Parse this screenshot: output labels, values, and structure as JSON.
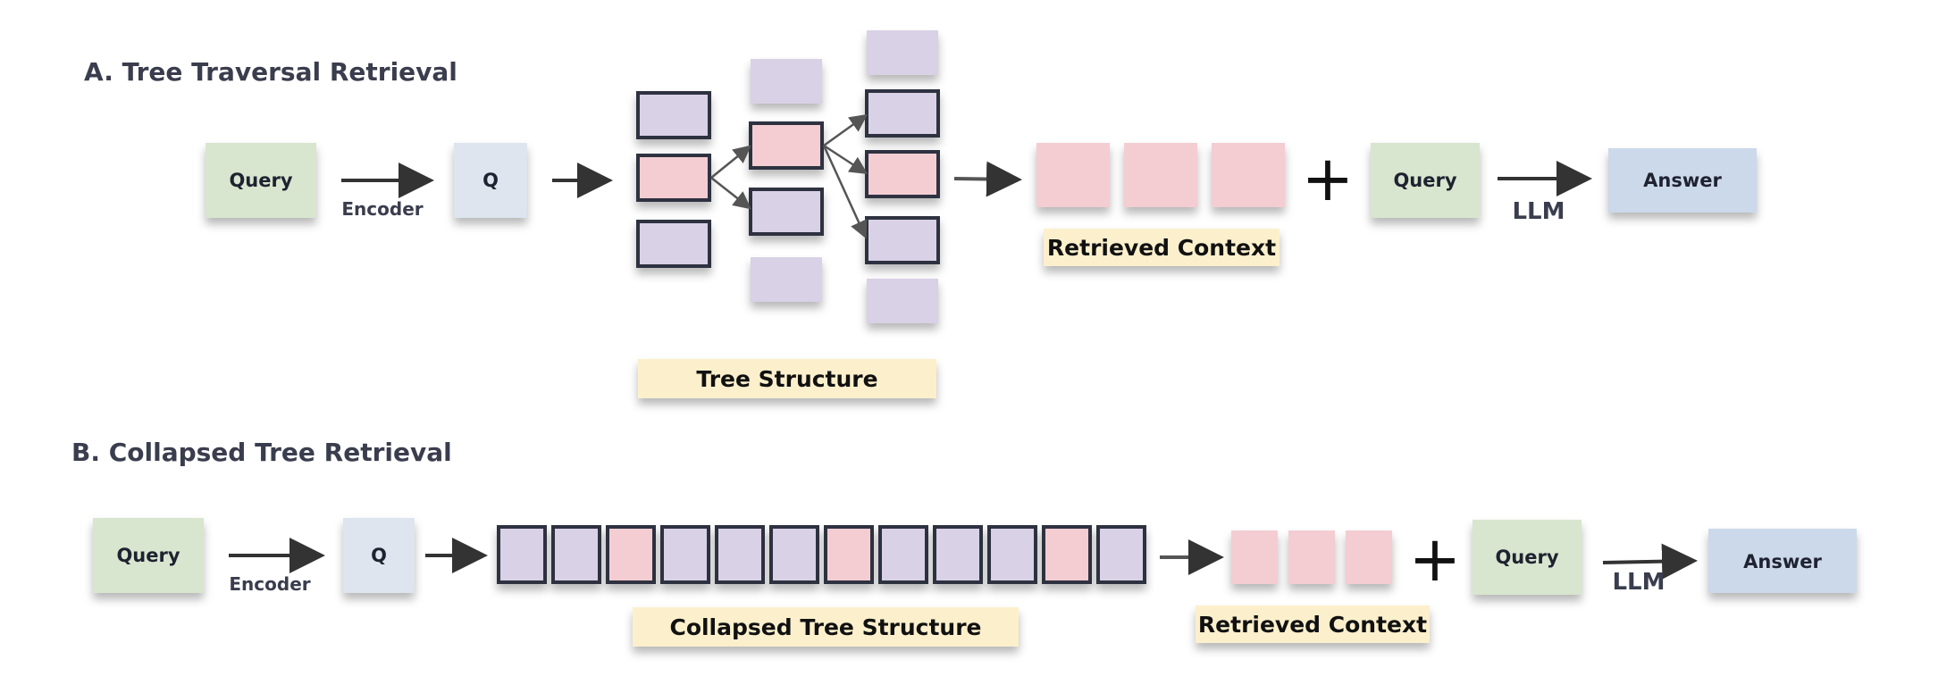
{
  "colors": {
    "query_fill": "#d8e6cf",
    "q_fill": "#dfe5ee",
    "answer_fill": "#cbd9ea",
    "node_purple": "#d9d1e6",
    "node_pink": "#f3cdd2",
    "node_border": "#2f3240",
    "banner_fill": "#fcf0cc",
    "arrow": "#333333"
  },
  "section_a": {
    "title": "A.  Tree Traversal Retrieval",
    "query_label": "Query",
    "encoder_label": "Encoder",
    "q_label": "Q",
    "tree_banner": "Tree Structure",
    "context_banner": "Retrieved Context",
    "plus_sign": "+",
    "query2_label": "Query",
    "llm_label": "LLM",
    "answer_label": "Answer"
  },
  "section_b": {
    "title": "B. Collapsed Tree Retrieval",
    "query_label": "Query",
    "encoder_label": "Encoder",
    "q_label": "Q",
    "collapsed_banner": "Collapsed Tree Structure",
    "context_banner": "Retrieved Context",
    "plus_sign": "+",
    "query2_label": "Query",
    "llm_label": "LLM",
    "answer_label": "Answer",
    "collapsed_nodes": [
      "purple",
      "purple",
      "pink",
      "purple",
      "purple",
      "purple",
      "pink",
      "purple",
      "purple",
      "purple",
      "pink",
      "purple"
    ]
  }
}
